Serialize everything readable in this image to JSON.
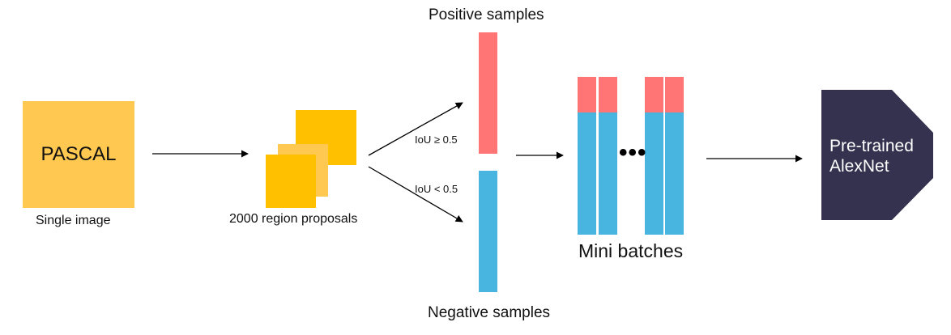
{
  "input": {
    "box_label": "PASCAL",
    "caption": "Single image",
    "color": "#FFC850"
  },
  "proposals": {
    "caption": "2000 region proposals",
    "colors": [
      "#FFC000",
      "#FFC850"
    ]
  },
  "split": {
    "positive_label": "Positive samples",
    "negative_label": "Negative samples",
    "positive_condition": "IoU ≥ 0.5",
    "negative_condition": "IoU < 0.5",
    "positive_color": "#FF7474",
    "negative_color": "#47B5E0"
  },
  "batches": {
    "label": "Mini batches",
    "ellipsis": "•••"
  },
  "model": {
    "label": "Pre-trained\nAlexNet",
    "color": "#34324F"
  }
}
